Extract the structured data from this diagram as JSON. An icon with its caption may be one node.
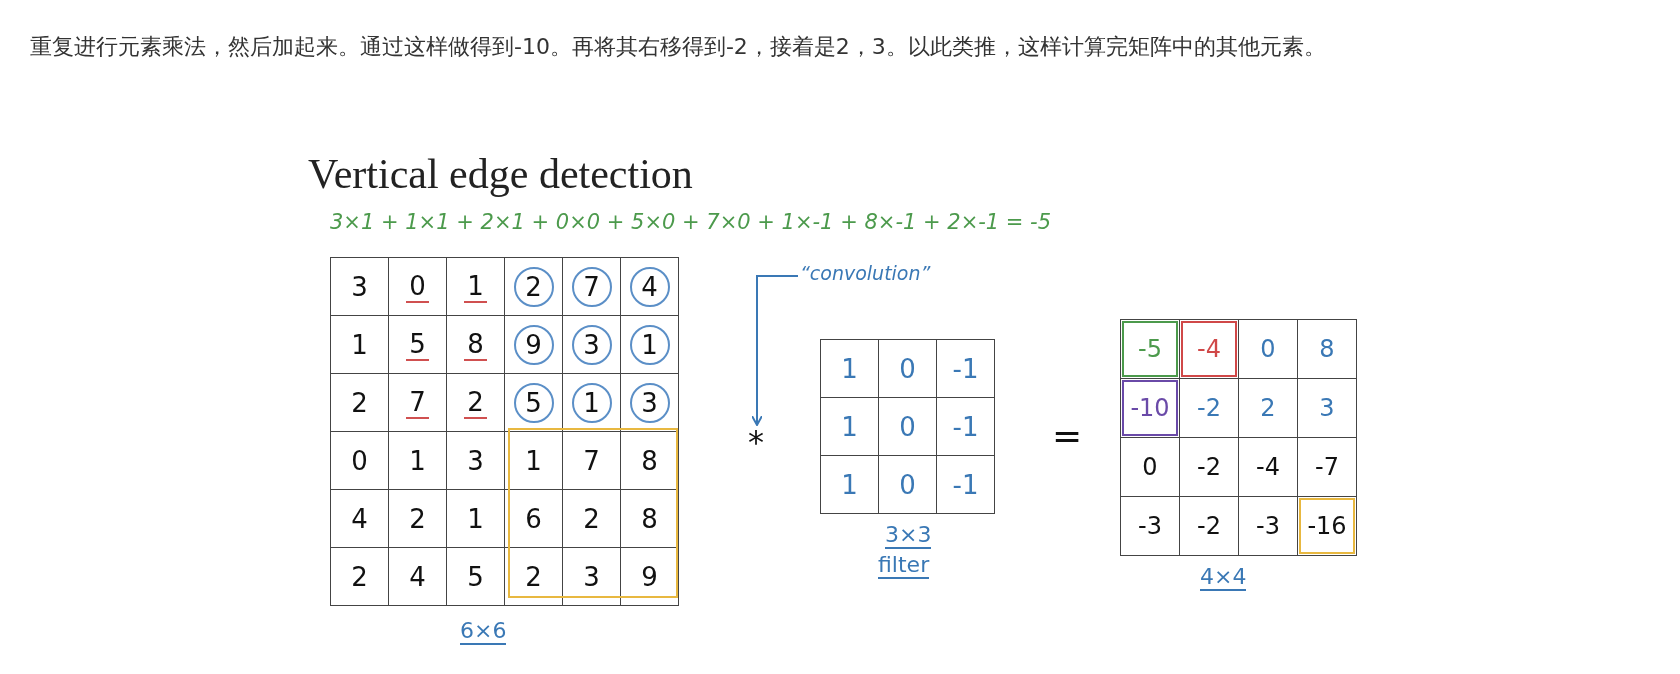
{
  "diagram": {
    "title": "Vertical edge detection",
    "nodes": [
      {
        "text": [
          "“convolution”"
        ]
      },
      {
        "text": [
          "*"
        ]
      }
    ],
    "edges": [
      {
        "from": 0,
        "to": 1,
        "arrow": "to"
      }
    ],
    "labels": [
      "重复进行元素乘法，然后加起来。通过这样做得到-10。再将其右移得到-2，接着是2，3。以此类推，这样计算完矩阵中的其他元素。",
      "3×1 + 1×1 + 2×1 + 0×0 + 5×0 + 7×0 + 1×-1 + 8×-1 + 2×-1 = -5",
      "3",
      "0",
      "1",
      "2",
      "7",
      "4",
      "1",
      "5",
      "8",
      "9",
      "3",
      "1",
      "2",
      "7",
      "2",
      "5",
      "1",
      "3",
      "0",
      "1",
      "3",
      "1",
      "7",
      "8",
      "4",
      "2",
      "1",
      "6",
      "2",
      "8",
      "2",
      "4",
      "5",
      "2",
      "3",
      "9",
      "6×6",
      "1",
      "0",
      "-1",
      "1",
      "0",
      "-1",
      "1",
      "0",
      "-1",
      "3×3",
      "filter",
      "=",
      "-5",
      "-4",
      "0",
      "8",
      "-10",
      "-2",
      "2",
      "3",
      "0",
      "-2",
      "-4",
      "-7",
      "-3",
      "-2",
      "-3",
      "-16",
      "4×4"
    ]
  }
}
